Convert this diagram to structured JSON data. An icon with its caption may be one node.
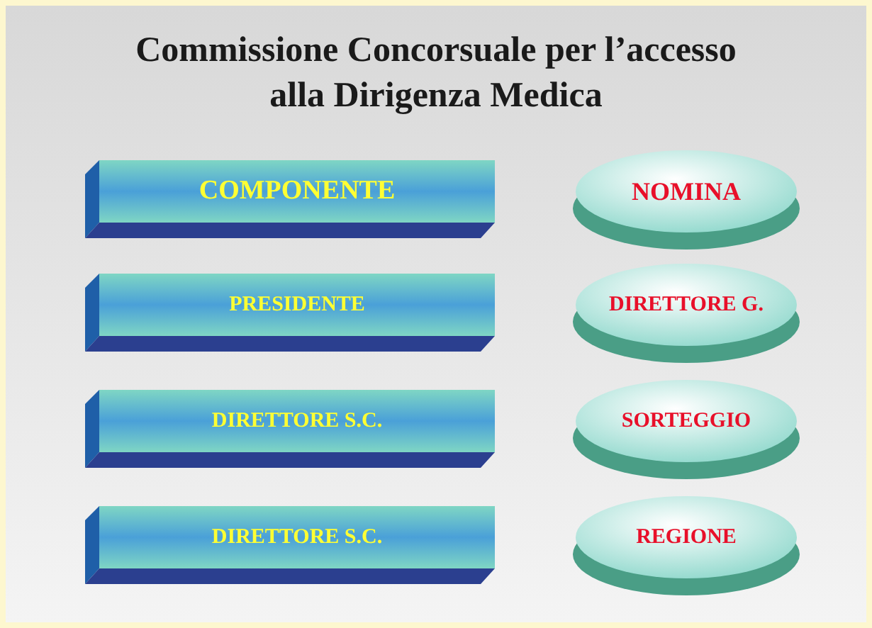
{
  "diagram": {
    "title": "Commissione  Concorsuale per l’accesso alla Dirigenza Medica",
    "nodes": [
      {
        "text": [
          "COMPONENTE"
        ]
      },
      {
        "text": [
          "NOMINA"
        ]
      },
      {
        "text": [
          "PRESIDENTE"
        ]
      },
      {
        "text": [
          "DIRETTORE G."
        ]
      },
      {
        "text": [
          "DIRETTORE S.C."
        ]
      },
      {
        "text": [
          "SORTEGGIO"
        ]
      },
      {
        "text": [
          "DIRETTORE S.C."
        ]
      },
      {
        "text": [
          "REGIONE"
        ]
      }
    ]
  }
}
